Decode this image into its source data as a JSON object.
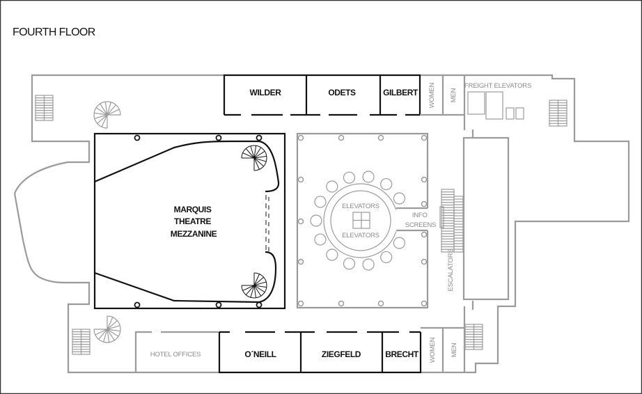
{
  "title": "FOURTH FLOOR",
  "colors": {
    "wall_major": "#111111",
    "wall_minor": "#9a9a9a",
    "frame": "#333333"
  },
  "rooms": {
    "wilder": "WILDER",
    "odets": "ODETS",
    "gilbert": "GILBERT",
    "oneill": "O´NEILL",
    "ziegfeld": "ZIEGFELD",
    "brecht": "BRECHT",
    "hotel_offices": "HOTEL OFFICES",
    "theatre": [
      "MARQUIS",
      "THEATRE",
      "MEZZANINE"
    ]
  },
  "facilities": {
    "women_top": "WOMEN",
    "men_top": "MEN",
    "women_bottom": "WOMEN",
    "men_bottom": "MEN",
    "freight": "FREIGHT ELEVATORS",
    "elevators_top": "ELEVATORS",
    "elevators_bottom": "ELEVATORS",
    "info": [
      "INFO",
      "SCREENS"
    ],
    "escalators": "ESCALATORS"
  }
}
